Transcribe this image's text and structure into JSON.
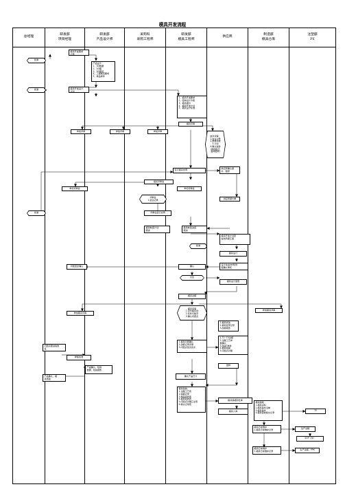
{
  "title": "模具开发流程",
  "lanes": [
    "总经理",
    "研发部\n项目经理",
    "研发部\n产品设计师",
    "采购科\n采购工程师",
    "研发部\n模具工程师",
    "供应商",
    "制造部\n模具仓库",
    "注塑部\nPE"
  ],
  "nodes": {
    "n_req": "模具开发需求\n记录",
    "n_approve1": "批准",
    "n_design": "产品设计：\n1、3D数据\n2、2D图\n3、3D图纸\n4、工程规范要求\n5、样品样件",
    "n_approve2": "批准",
    "n_plan": "模具开发设计\n计划",
    "n_analysis": "1、模具开发要求\n2、结构设计方案\n3、模具报价\n4、模具开发计划\n5、模具设计标准",
    "n_review": "模具评审",
    "n_rev_pm": "参加评审",
    "n_rev_pd": "参加评审",
    "n_rev_pur": "参加评审",
    "n_crit": "技术评审：\n1.会议记录\n2.质量标准\n3.计划\n4.确认提供\n场地图(五\n套样图件)",
    "n_dev": "签订模具合同",
    "n_quote": "供应商确认报\n价、图纸",
    "n_eval": "组织评审会",
    "n_eval_pm": "参加评审会",
    "n_eval_pur": "参加评审会",
    "n_evalhex": "评审会\n1.会议记录",
    "n_order": "供应商报价单",
    "n_approve3": "批准",
    "n_form": "评审后签订合同",
    "n_makeplan": "模具制造计划\n跟进",
    "n_supplan": "模具制造进度\n跟进",
    "n_supreport": "模具开发计划表\n提供周报汇报",
    "n_ok1": "批准",
    "n_ok2": "模具设计",
    "n_reply": "问题回复确认",
    "n_confirm": "确认",
    "n_modify": "设计改进/布局/修\n图确认审核",
    "n_review2": "讨论",
    "n_change": "模具设计变更",
    "n_sample": "模具试模",
    "n_attend1": "参加模具评审",
    "n_attend2": "参加模具评审",
    "n_hex2": "模具评审\n1.评价模具合\n2.形状与数字\n3.确认问题点",
    "n_trial": "1.模具修改\n2.模具变更记录\n3.改模报告",
    "n_pm_issue": "问题点跟进验收\n签",
    "n_rework": "1.模具问题确认\n2.改模记录评审\n3.问题点改善完善",
    "n_sup_list": "1.T1~T4试模\n2.注塑工艺参\n数确认\n3.改进T样件\n4.模具移模\n5.问题点对策",
    "n_samples": "样板批准",
    "n_check": "产品确认、检验\n数据、检验报告",
    "n_gate": "送样",
    "n_pm_final": "产品确认、模\n具终验",
    "n_mold_ok": "确认产品尺寸",
    "n_moldacc": "模具验收：\n1.注塑工艺表\n2.验模记录\n3.样品验收表\n4.模具验收表\n5.问题点对策汇总表\n6.移交记录表",
    "n_transfer": "模具移模到仓库",
    "n_moldin": "模具入库",
    "n_mold_store": "模具接收\n1.模具资料\n2.模具备件清单\n3.模具备件\n4.模具验收移交记录",
    "n_tp": "TP",
    "n_wh1": "模具日常维护\n1.模具日常维护记录",
    "n_prod": "生产试模",
    "n_sop": "SOP（年）",
    "n_wh2": "模具日常维护\n1.模具日常维护记录",
    "n_pp": "生产试模、PPK"
  }
}
